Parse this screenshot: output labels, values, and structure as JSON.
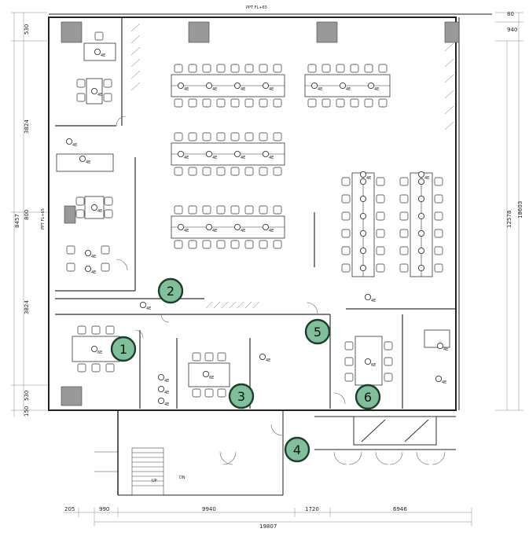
{
  "plan": {
    "level_top": "PPT FL+65",
    "level_left": "PPT FL+65"
  },
  "dims_top_right": [
    "80",
    "940"
  ],
  "dims_left": [
    "530",
    "3824",
    "8457",
    "800",
    "3824",
    "530",
    "150"
  ],
  "dims_right": [
    "18603",
    "12578"
  ],
  "dims_bottom": [
    "205",
    "990",
    "9940",
    "1720",
    "6946"
  ],
  "dim_bottom_total": "19807",
  "stair_labels": [
    "UP",
    "DN"
  ],
  "zone_markers": [
    {
      "num": "1"
    },
    {
      "num": "2"
    },
    {
      "num": "3"
    },
    {
      "num": "4"
    },
    {
      "num": "5"
    },
    {
      "num": "6"
    }
  ],
  "marker_color": "#7fbf9a",
  "outlet_tag": "4E",
  "outlet_tag_6": "6E"
}
